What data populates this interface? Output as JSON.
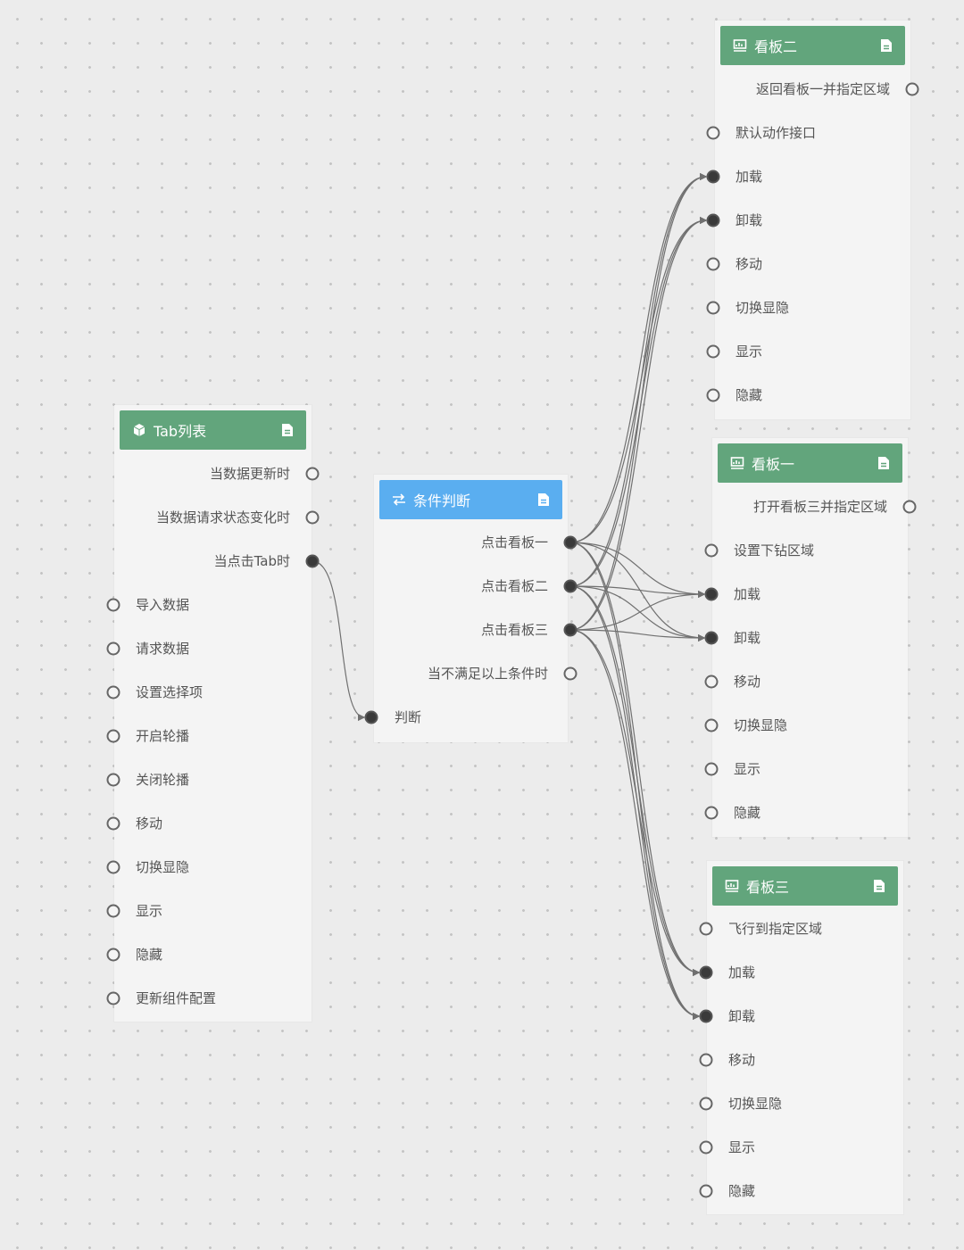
{
  "nodes": {
    "tab": {
      "title": "Tab列表",
      "outputs": [
        "当数据更新时",
        "当数据请求状态变化时",
        "当点击Tab时"
      ],
      "inputs": [
        "导入数据",
        "请求数据",
        "设置选择项",
        "开启轮播",
        "关闭轮播",
        "移动",
        "切换显隐",
        "显示",
        "隐藏",
        "更新组件配置"
      ]
    },
    "cond": {
      "title": "条件判断",
      "outputs": [
        "点击看板一",
        "点击看板二",
        "点击看板三",
        "当不满足以上条件时"
      ],
      "inputs": [
        "判断"
      ]
    },
    "board2": {
      "title": "看板二",
      "outputs": [
        "返回看板一并指定区域"
      ],
      "inputs": [
        "默认动作接口",
        "加载",
        "卸载",
        "移动",
        "切换显隐",
        "显示",
        "隐藏"
      ]
    },
    "board1": {
      "title": "看板一",
      "outputs": [
        "打开看板三并指定区域"
      ],
      "inputs": [
        "设置下钻区域",
        "加载",
        "卸载",
        "移动",
        "切换显隐",
        "显示",
        "隐藏"
      ]
    },
    "board3": {
      "title": "看板三",
      "outputs": [],
      "inputs": [
        "飞行到指定区域",
        "加载",
        "卸载",
        "移动",
        "切换显隐",
        "显示",
        "隐藏"
      ]
    }
  },
  "icons": {
    "tab": "cube-icon",
    "cond": "switch-icon",
    "board": "dashboard-icon",
    "doc": "document-icon"
  },
  "colors": {
    "header_green": "#62a57c",
    "header_blue": "#5aaef0",
    "wire": "#707070",
    "port_filled": "#3a3a3a"
  }
}
